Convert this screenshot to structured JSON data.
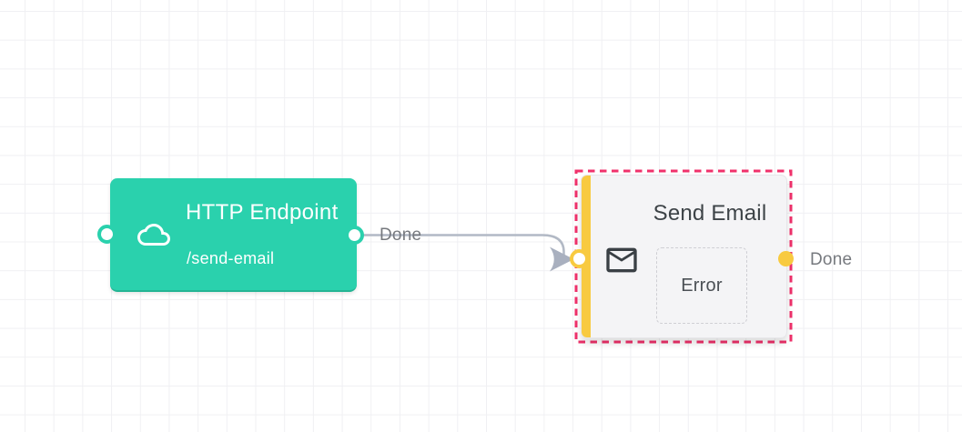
{
  "canvas": {
    "background_color": "#ffffff",
    "grid_color": "#f0f0f3"
  },
  "nodes": {
    "http_endpoint": {
      "title": "HTTP Endpoint",
      "subtitle": "/send-email",
      "icon": "cloud-icon",
      "color": "#2ad1ad",
      "text_color": "#ffffff"
    },
    "send_email": {
      "title": "Send Email",
      "icon": "envelope-icon",
      "background_color": "#f4f4f6",
      "accent_color": "#f8ca40",
      "selection_color": "#f0316b",
      "selected": true,
      "error_port_label": "Error"
    }
  },
  "edge": {
    "label": "Done",
    "line_color": "#b2b9c5",
    "arrow_color": "#a9b0bf"
  },
  "ports": {
    "output_label": "Done",
    "http_ring_color": "#2ad1ad",
    "email_ring_color": "#f8ca40"
  }
}
